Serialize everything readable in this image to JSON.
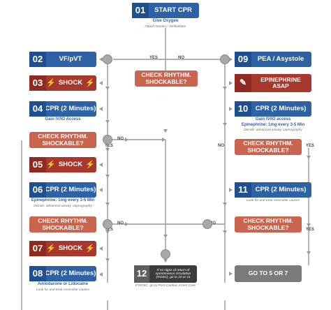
{
  "steps": {
    "s01": {
      "num": "01",
      "label": "START CPR",
      "sub1": "Give Oxygen",
      "sub2": "Attach monitor / Defibrillator"
    },
    "s02": {
      "num": "02",
      "label": "VF/pVT"
    },
    "s03": {
      "num": "03",
      "label": "SHOCK"
    },
    "s04": {
      "num": "04",
      "label": "CPR (2 Minutes)",
      "sub1": "Gain IV/IO Access"
    },
    "s05": {
      "num": "05",
      "label": "SHOCK"
    },
    "s06": {
      "num": "06",
      "label": "CPR (2 Minutes)",
      "sub1": "Epinephrine: 1mg every 3-5 Min",
      "sub2": "Decide: advanced airway, capnography"
    },
    "s07": {
      "num": "07",
      "label": "SHOCK"
    },
    "s08": {
      "num": "08",
      "label": "CPR (2 Minutes)",
      "sub1": "Amiodarone or Lidocaine",
      "sub2": "Look for and treat reversible causes"
    },
    "s09": {
      "num": "09",
      "label": "PEA / Asystole"
    },
    "s10": {
      "num": "10",
      "label": "CPR (2 Minutes)",
      "sub1": "Gain IV/IO access",
      "sub2": "Epinephrine: 1mg every 3-5 Min",
      "sub3": "Decide: advanced airway, capnography"
    },
    "s11": {
      "num": "11",
      "label": "CPR (2 Minutes)",
      "sub1": "Look for and treat reversible causes"
    },
    "s12": {
      "num": "12",
      "label": "If no signs of return of spontaneous circulation (ROSC), go to 10 or 11",
      "sub1": "If ROSC, go to Post-Cardiac Arrest Care"
    }
  },
  "epi": {
    "label": "EPINEPHRINE ASAP"
  },
  "checks": {
    "c_top": "CHECK RHYTHM. SHOCKABLE?",
    "c_l1": "CHECK RHYTHM. SHOCKABLE?",
    "c_l2": "CHECK RHYTHM. SHOCKABLE?",
    "c_r1": "CHECK RHYTHM. SHOCKABLE?",
    "c_r2": "CHECK RHYTHM. SHOCKABLE?"
  },
  "goto": {
    "label": "GO TO 5 OR 7"
  },
  "answers": {
    "yes": "YES",
    "no": "NO"
  },
  "icons": {
    "shock": "lightning-bolt-icon",
    "epinephrine": "syringe-icon"
  },
  "colors": {
    "blue": "#2e62a4",
    "red": "#a8372c",
    "salmon": "#c9654f",
    "grey": "#7b7b7b",
    "dark": "#3b3b3b"
  }
}
